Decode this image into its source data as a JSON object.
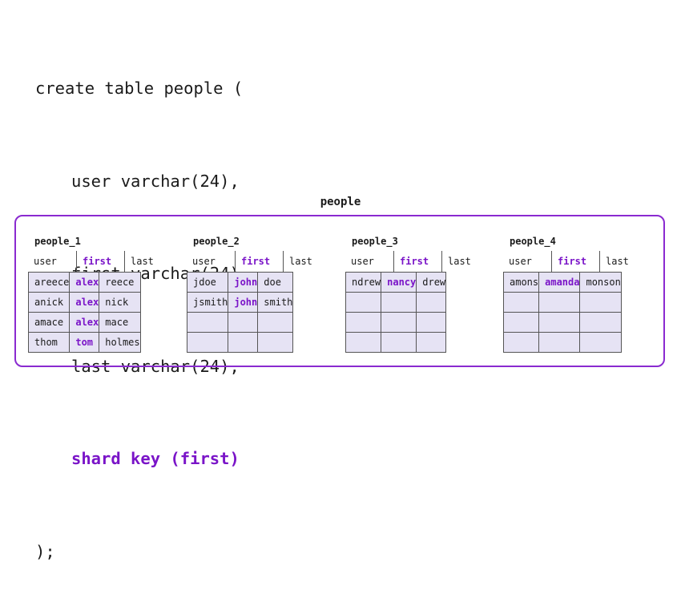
{
  "code": {
    "line1": "create table people (",
    "line2": "user varchar(24),",
    "line3": "first varchar(24),",
    "line4": "last varchar(24),",
    "line5": "shard key (first)",
    "line6": ");"
  },
  "diagram": {
    "title": "people",
    "columns": [
      "user",
      "first",
      "last"
    ],
    "shards": [
      {
        "name": "people_1",
        "rows": [
          [
            "areece",
            "alex",
            "reece"
          ],
          [
            "anick",
            "alex",
            "nick"
          ],
          [
            "amace",
            "alex",
            "mace"
          ],
          [
            "thom",
            "tom",
            "holmes"
          ]
        ]
      },
      {
        "name": "people_2",
        "rows": [
          [
            "jdoe",
            "john",
            "doe"
          ],
          [
            "jsmith",
            "john",
            "smith"
          ],
          [
            "",
            "",
            ""
          ],
          [
            "",
            "",
            ""
          ]
        ]
      },
      {
        "name": "people_3",
        "rows": [
          [
            "ndrew",
            "nancy",
            "drew"
          ],
          [
            "",
            "",
            ""
          ],
          [
            "",
            "",
            ""
          ],
          [
            "",
            "",
            ""
          ]
        ]
      },
      {
        "name": "people_4",
        "rows": [
          [
            "amons",
            "amanda",
            "monson"
          ],
          [
            "",
            "",
            ""
          ],
          [
            "",
            "",
            ""
          ],
          [
            "",
            "",
            ""
          ]
        ]
      }
    ]
  },
  "colors": {
    "accent": "#7a14c8",
    "border": "#8a2ad0",
    "cell_fill": "#e6e3f4"
  }
}
